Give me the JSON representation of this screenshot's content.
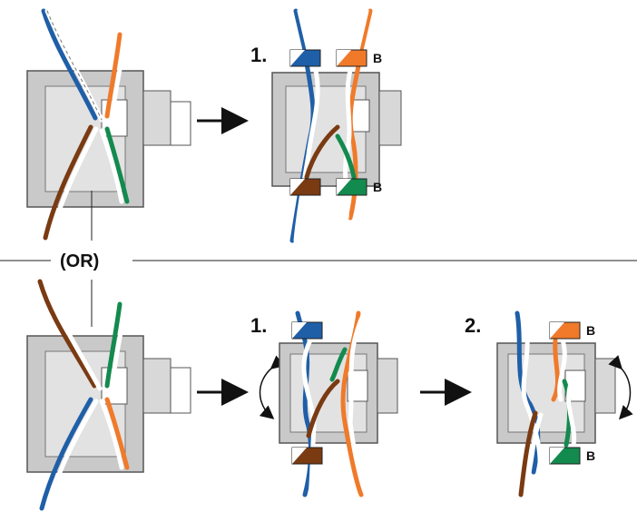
{
  "colors": {
    "blue": "#1f5fa8",
    "orange": "#f07a2a",
    "brown": "#7a3a12",
    "green": "#138a4e",
    "housing": "#c9c9c9",
    "housing_dark": "#8a8a8a"
  },
  "top_row": {
    "step1_label": "1.",
    "pair_label_top": "B",
    "pair_label_bottom": "B"
  },
  "divider": {
    "label": "(OR)"
  },
  "bottom_row": {
    "step1_label": "1.",
    "step2_label": "2.",
    "pair_label_top": "B",
    "pair_label_bottom": "B"
  }
}
